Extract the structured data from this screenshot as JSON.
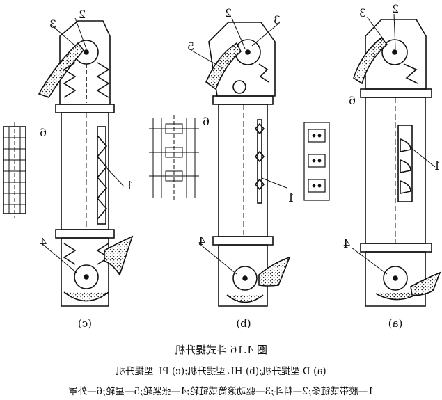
{
  "figure": {
    "title": "图 4.16   斗式提升机",
    "subtitle": "(a) D 型提升机;(b) HL 型提升机;(c) PL 型提升机",
    "legend": "1—胶带或链条;2—料斗;3—驱动滚筒或链轮;4—张紧轮;5—星轮;6—外罩"
  },
  "panels": [
    {
      "id": "c",
      "label": "(c)",
      "callouts": [
        "2",
        "3",
        "6",
        "1",
        "4"
      ]
    },
    {
      "id": "b",
      "label": "(b)",
      "callouts": [
        "2",
        "3",
        "5",
        "6",
        "1",
        "4"
      ]
    },
    {
      "id": "a",
      "label": "(a)",
      "callouts": [
        "2",
        "3",
        "6",
        "1",
        "4"
      ]
    }
  ],
  "style": {
    "ink": "#111111",
    "paper": "#ffffff",
    "mirrored": true
  }
}
